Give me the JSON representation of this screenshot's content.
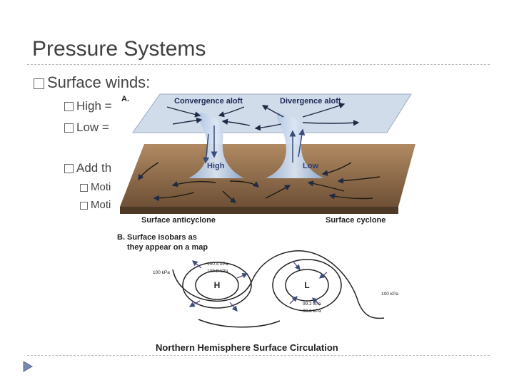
{
  "slide": {
    "title": "Pressure Systems",
    "bullets": {
      "level1": "Surface winds:",
      "high": "High =",
      "low": "Low =",
      "add": "Add th",
      "motion1": "Moti",
      "motion2": "Moti"
    }
  },
  "figure": {
    "panel_a_label": "A.",
    "convergence_aloft": "Convergence aloft",
    "divergence_aloft": "Divergence aloft",
    "high_label": "High",
    "low_label": "Low",
    "surface_anticyclone": "Surface anticyclone",
    "surface_cyclone": "Surface cyclone",
    "panel_b_label": "B.",
    "panel_b_text_line1": "Surface isobars as",
    "panel_b_text_line2": "they appear on a map",
    "iso_1004": "100.4 kPa",
    "iso_1008": "100.8 kPa",
    "iso_100_left": "100 kPa",
    "iso_100_right": "100 kPa",
    "iso_992": "99.2 kPa",
    "iso_996": "99.6 kPa",
    "h_symbol": "H",
    "l_symbol": "L",
    "caption": "Northern Hemisphere Surface Circulation"
  },
  "colors": {
    "title": "#404040",
    "ground": "#8a6a4a",
    "funnel": "#b9cde6",
    "arrow": "#1f2a44"
  }
}
